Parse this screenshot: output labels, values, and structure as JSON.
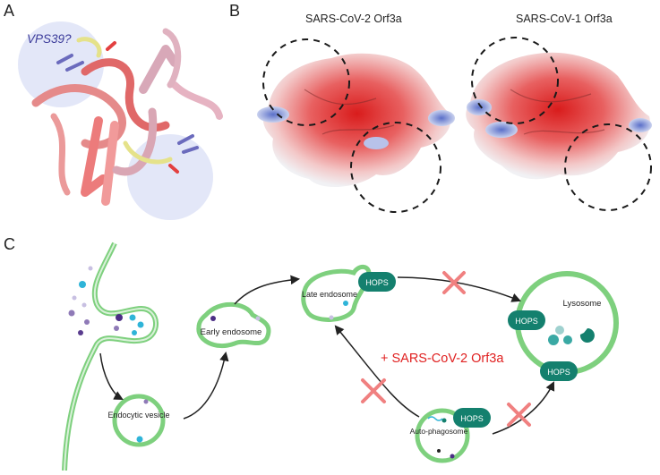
{
  "panels": {
    "a": {
      "letter": "A",
      "label": "VPS39?"
    },
    "b": {
      "letter": "B",
      "titles": [
        "SARS-CoV-2 Orf3a",
        "SARS-CoV-1 Orf3a"
      ]
    },
    "c": {
      "letter": "C",
      "compartments": {
        "endocytic_vesicle": "Endocytic vesicle",
        "early_endosome": "Early endosome",
        "late_endosome": "Late endosome",
        "lysosome": "Lysosome",
        "autophagosome": "Auto-phagosome"
      },
      "complex": "HOPS",
      "condition": "+ SARS-CoV-2 Orf3a"
    }
  },
  "colors": {
    "membrane": "#7ed07e",
    "hops": "#14806e",
    "block": "#f08080",
    "condition_text": "#e02020",
    "vps39_text": "#3b3b9a"
  }
}
